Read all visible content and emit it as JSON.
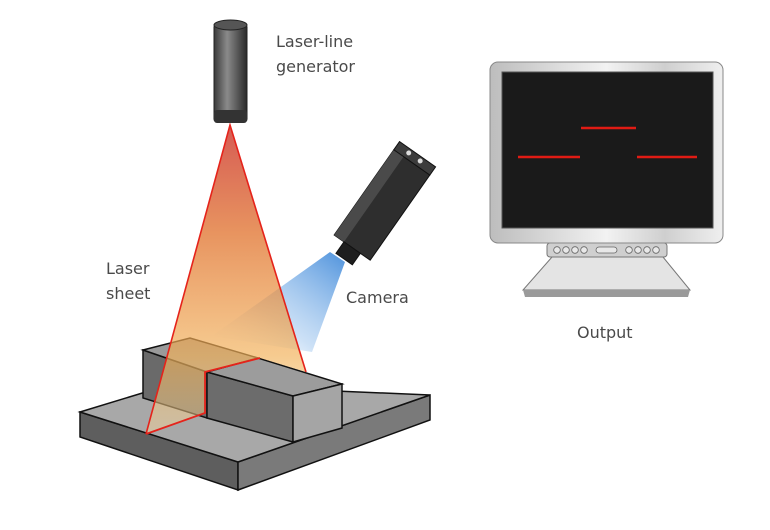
{
  "labels": {
    "laser_line_1": "Laser-line",
    "laser_line_2": "generator",
    "laser_sheet_1": "Laser",
    "laser_sheet_2": "sheet",
    "camera": "Camera",
    "output": "Output"
  },
  "colors": {
    "laser_red": "#e5231b",
    "screen": "#1a1a1a",
    "camera_light": "#4a90d9"
  }
}
